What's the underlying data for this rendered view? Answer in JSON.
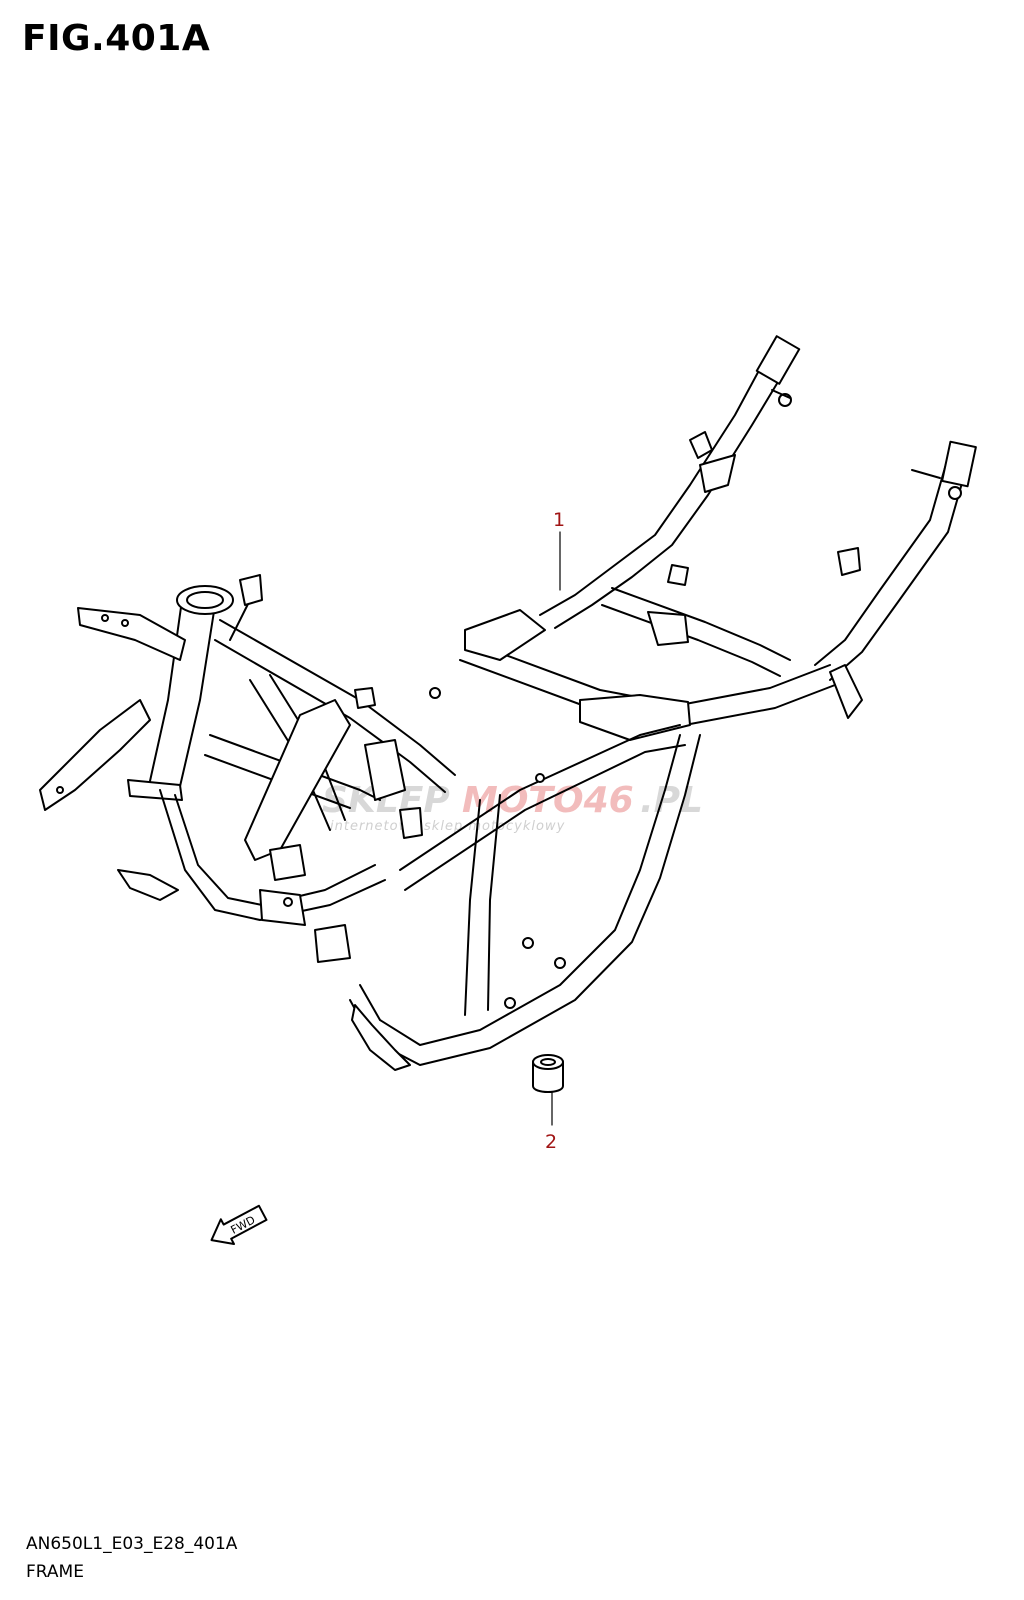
{
  "figure": {
    "title": "FIG.401A"
  },
  "callouts": [
    {
      "id": "1",
      "label": "1"
    },
    {
      "id": "2",
      "label": "2"
    }
  ],
  "direction_arrow": {
    "label": "FWD"
  },
  "watermark": {
    "part_a": "SKLEP",
    "part_b": "MOTO46",
    "part_c": ".PL",
    "tagline": "internetowy sklep motocyklowy"
  },
  "footer": {
    "code": "AN650L1_E03_E28_401A",
    "name": "FRAME"
  },
  "colors": {
    "line": "#000000",
    "callout": "#a01414",
    "watermark_red": "#f2bcbc",
    "watermark_gray": "#d8d8d8"
  }
}
